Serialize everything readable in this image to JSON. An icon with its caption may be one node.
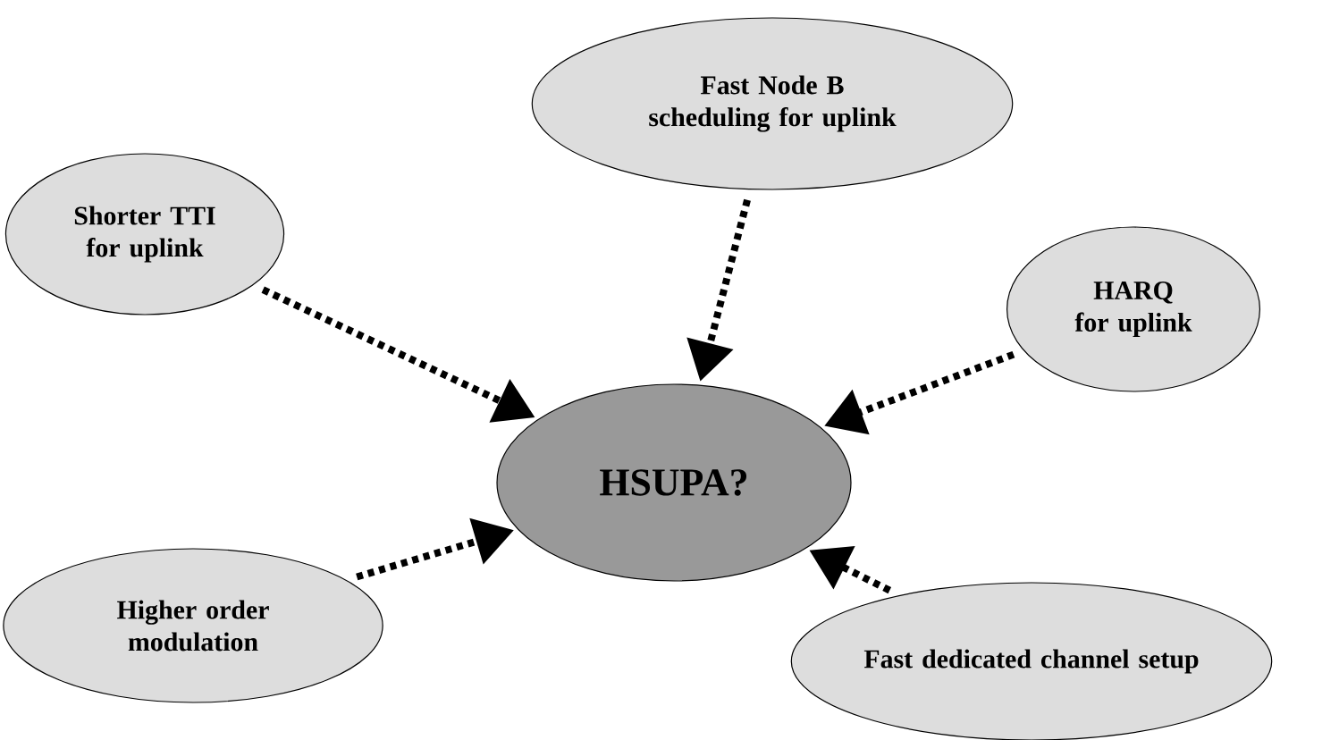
{
  "diagram": {
    "nodes": [
      {
        "text": [
          "HSUPA?"
        ]
      },
      {
        "text": [
          "Shorter TTI for uplink"
        ]
      },
      {
        "text": [
          "Fast Node B scheduling for uplink"
        ]
      },
      {
        "text": [
          "HARQ for uplink"
        ]
      },
      {
        "text": [
          "Higher order modulation"
        ]
      },
      {
        "text": [
          "Fast dedicated channel setup"
        ]
      }
    ],
    "edges": [
      {
        "from": 1,
        "to": 0,
        "arrow": "to"
      },
      {
        "from": 2,
        "to": 0,
        "arrow": "to"
      },
      {
        "from": 3,
        "to": 0,
        "arrow": "to"
      },
      {
        "from": 4,
        "to": 0,
        "arrow": "to"
      },
      {
        "from": 5,
        "to": 0,
        "arrow": "to"
      }
    ]
  }
}
